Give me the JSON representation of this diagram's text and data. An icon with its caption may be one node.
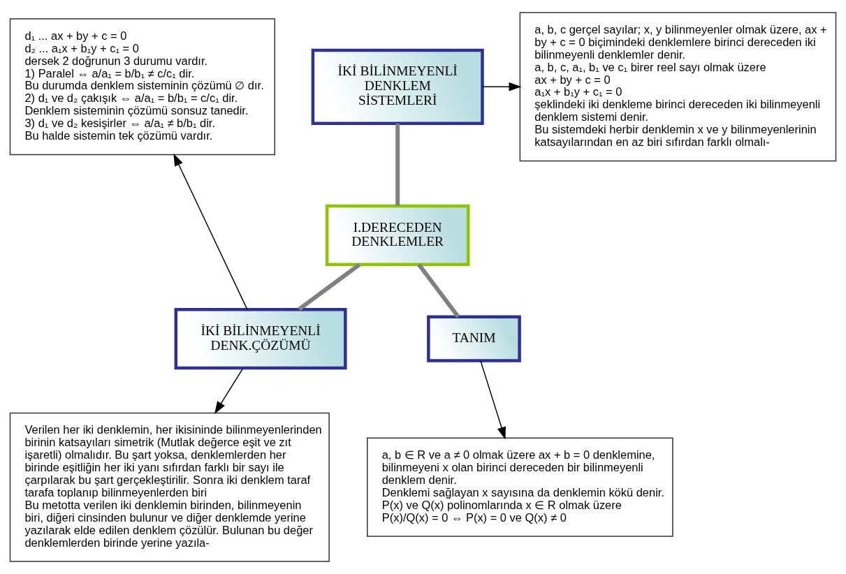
{
  "diagram": {
    "nodes": [
      {
        "text": [
          "I.DERECEDEN DENKLEMLER"
        ]
      },
      {
        "text": [
          "İKİ BİLİNMEYENLİ DENKLEM SİSTEMLERİ"
        ]
      },
      {
        "text": [
          "İKİ BİLİNMEYENLİ DENK.ÇÖZÜMÜ"
        ]
      },
      {
        "text": [
          "TANIM"
        ]
      },
      {
        "text": [
          "d₁ ... ax + by + c = 0",
          "d₂ ... a₁x + b₁y + c₁ = 0",
          "dersek 2 doğrunun 3 durumu vardır.",
          "1) Paralel ⇔ a/a₁ = b/b₁ ≠ c/c₁ dir.",
          "Bu durumda denklem sisteminin çözümü ∅ dır.",
          "2) d₁ ve d₂ çakışık ⇔ a/a₁ = b/b₁ = c/c₁ dir.",
          "Denklem sisteminin çözümü sonsuz tanedir.",
          "3) d₁ ve d₂ kesişirler ⇔ a/a₁ ≠ b/b₁ dir.",
          "Bu halde sistemin tek çözümü vardır."
        ]
      },
      {
        "text": [
          "a, b, c gerçel sayılar; x, y bilinmeyenler olmak üzere, ax + by + c = 0 biçimindeki denklemlere birinci dereceden iki bilinmeyenli denklemler denir.",
          "a, b, c, a₁, b₁ ve c₁ birer reel sayı olmak üzere",
          "ax + by + c = 0",
          "a₁x + b₁y + c₁ = 0",
          "şeklindeki iki denkleme birinci dereceden iki bilinmeyenli denklem sistemi denir.",
          "Bu sistemdeki herbir denklemin x ve y bilinmeyenlerinin katsayılarından en az biri sıfırdan farklı olmalı-"
        ]
      },
      {
        "text": [
          "Verilen her iki denklemin, her ikisininde bilinmeyenlerinden birinin katsayıları simetrik (Mutlak değerce eşit ve zıt işaretli) olmalıdır. Bu şart yoksa, denklemlerden her birinde eşitliğin her iki yanı sıfırdan farklı bir sayı ile çarpılarak bu şart gerçekleştirilir. Sonra iki denklem taraf tarafa toplanıp bilinmeyenlerden biri",
          "Bu metotta verilen iki denklemin birinden, bilinmeyenin biri, diğeri cinsinden bulunur ve diğer denklemde yerine yazılarak elde edilen denklem çözülür. Bulunan bu değer denklemlerden birinde yerine yazıla-"
        ]
      },
      {
        "text": [
          "a, b ∈ R ve a ≠ 0 olmak üzere ax + b = 0 denklemine, bilinmeyeni x olan birinci dereceden bir bilinmeyenli denklem denir.",
          "Denklemi sağlayan x sayısına da denklemin kökü denir.",
          "P(x) ve Q(x) polinomlarında x ∈ R olmak üzere",
          "P(x)/Q(x) = 0 ⇔ P(x) = 0 ve Q(x) ≠ 0"
        ]
      }
    ],
    "edges": [
      {
        "from": 1,
        "to": 0,
        "arrow": "none",
        "style": "thick",
        "color": "#808080"
      },
      {
        "from": 0,
        "to": 2,
        "arrow": "none",
        "style": "thick",
        "color": "#808080"
      },
      {
        "from": 0,
        "to": 3,
        "arrow": "none",
        "style": "thick",
        "color": "#808080"
      },
      {
        "from": 1,
        "to": 5,
        "arrow": "to"
      },
      {
        "from": 3,
        "to": 7,
        "arrow": "to"
      },
      {
        "from": 2,
        "to": 4,
        "arrow": "to"
      },
      {
        "from": 2,
        "to": 6,
        "arrow": "to"
      }
    ]
  }
}
